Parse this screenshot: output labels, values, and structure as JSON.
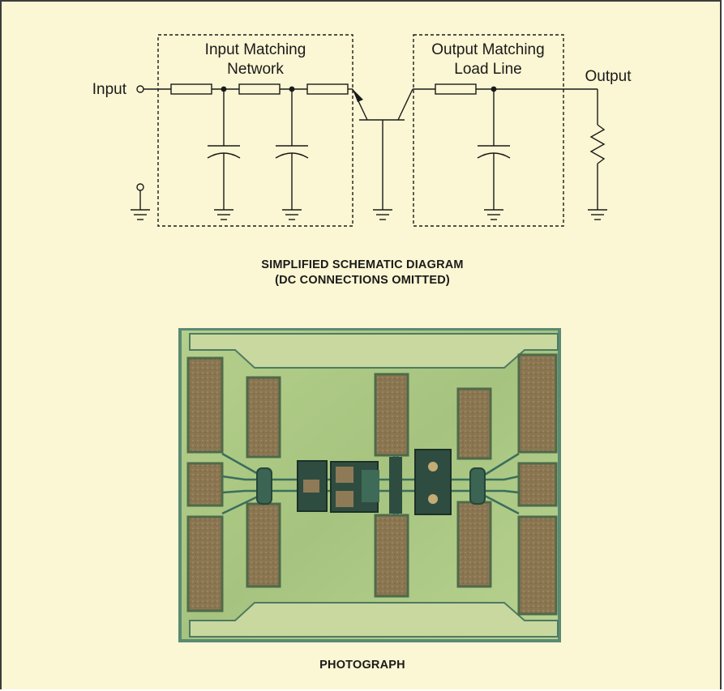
{
  "schematic": {
    "input_network_label": [
      "Input Matching",
      "Network"
    ],
    "output_network_label": [
      "Output Matching",
      "Load Line"
    ],
    "input_label": "Input",
    "output_label": "Output",
    "caption_line1": "SIMPLIFIED SCHEMATIC DIAGRAM",
    "caption_line2": "(DC CONNECTIONS OMITTED)"
  },
  "photo": {
    "caption": "PHOTOGRAPH"
  },
  "colors": {
    "background": "#fbf6d3",
    "chip": "#a9c882",
    "pad": "#8a7550",
    "trace": "#3a6e5c"
  }
}
